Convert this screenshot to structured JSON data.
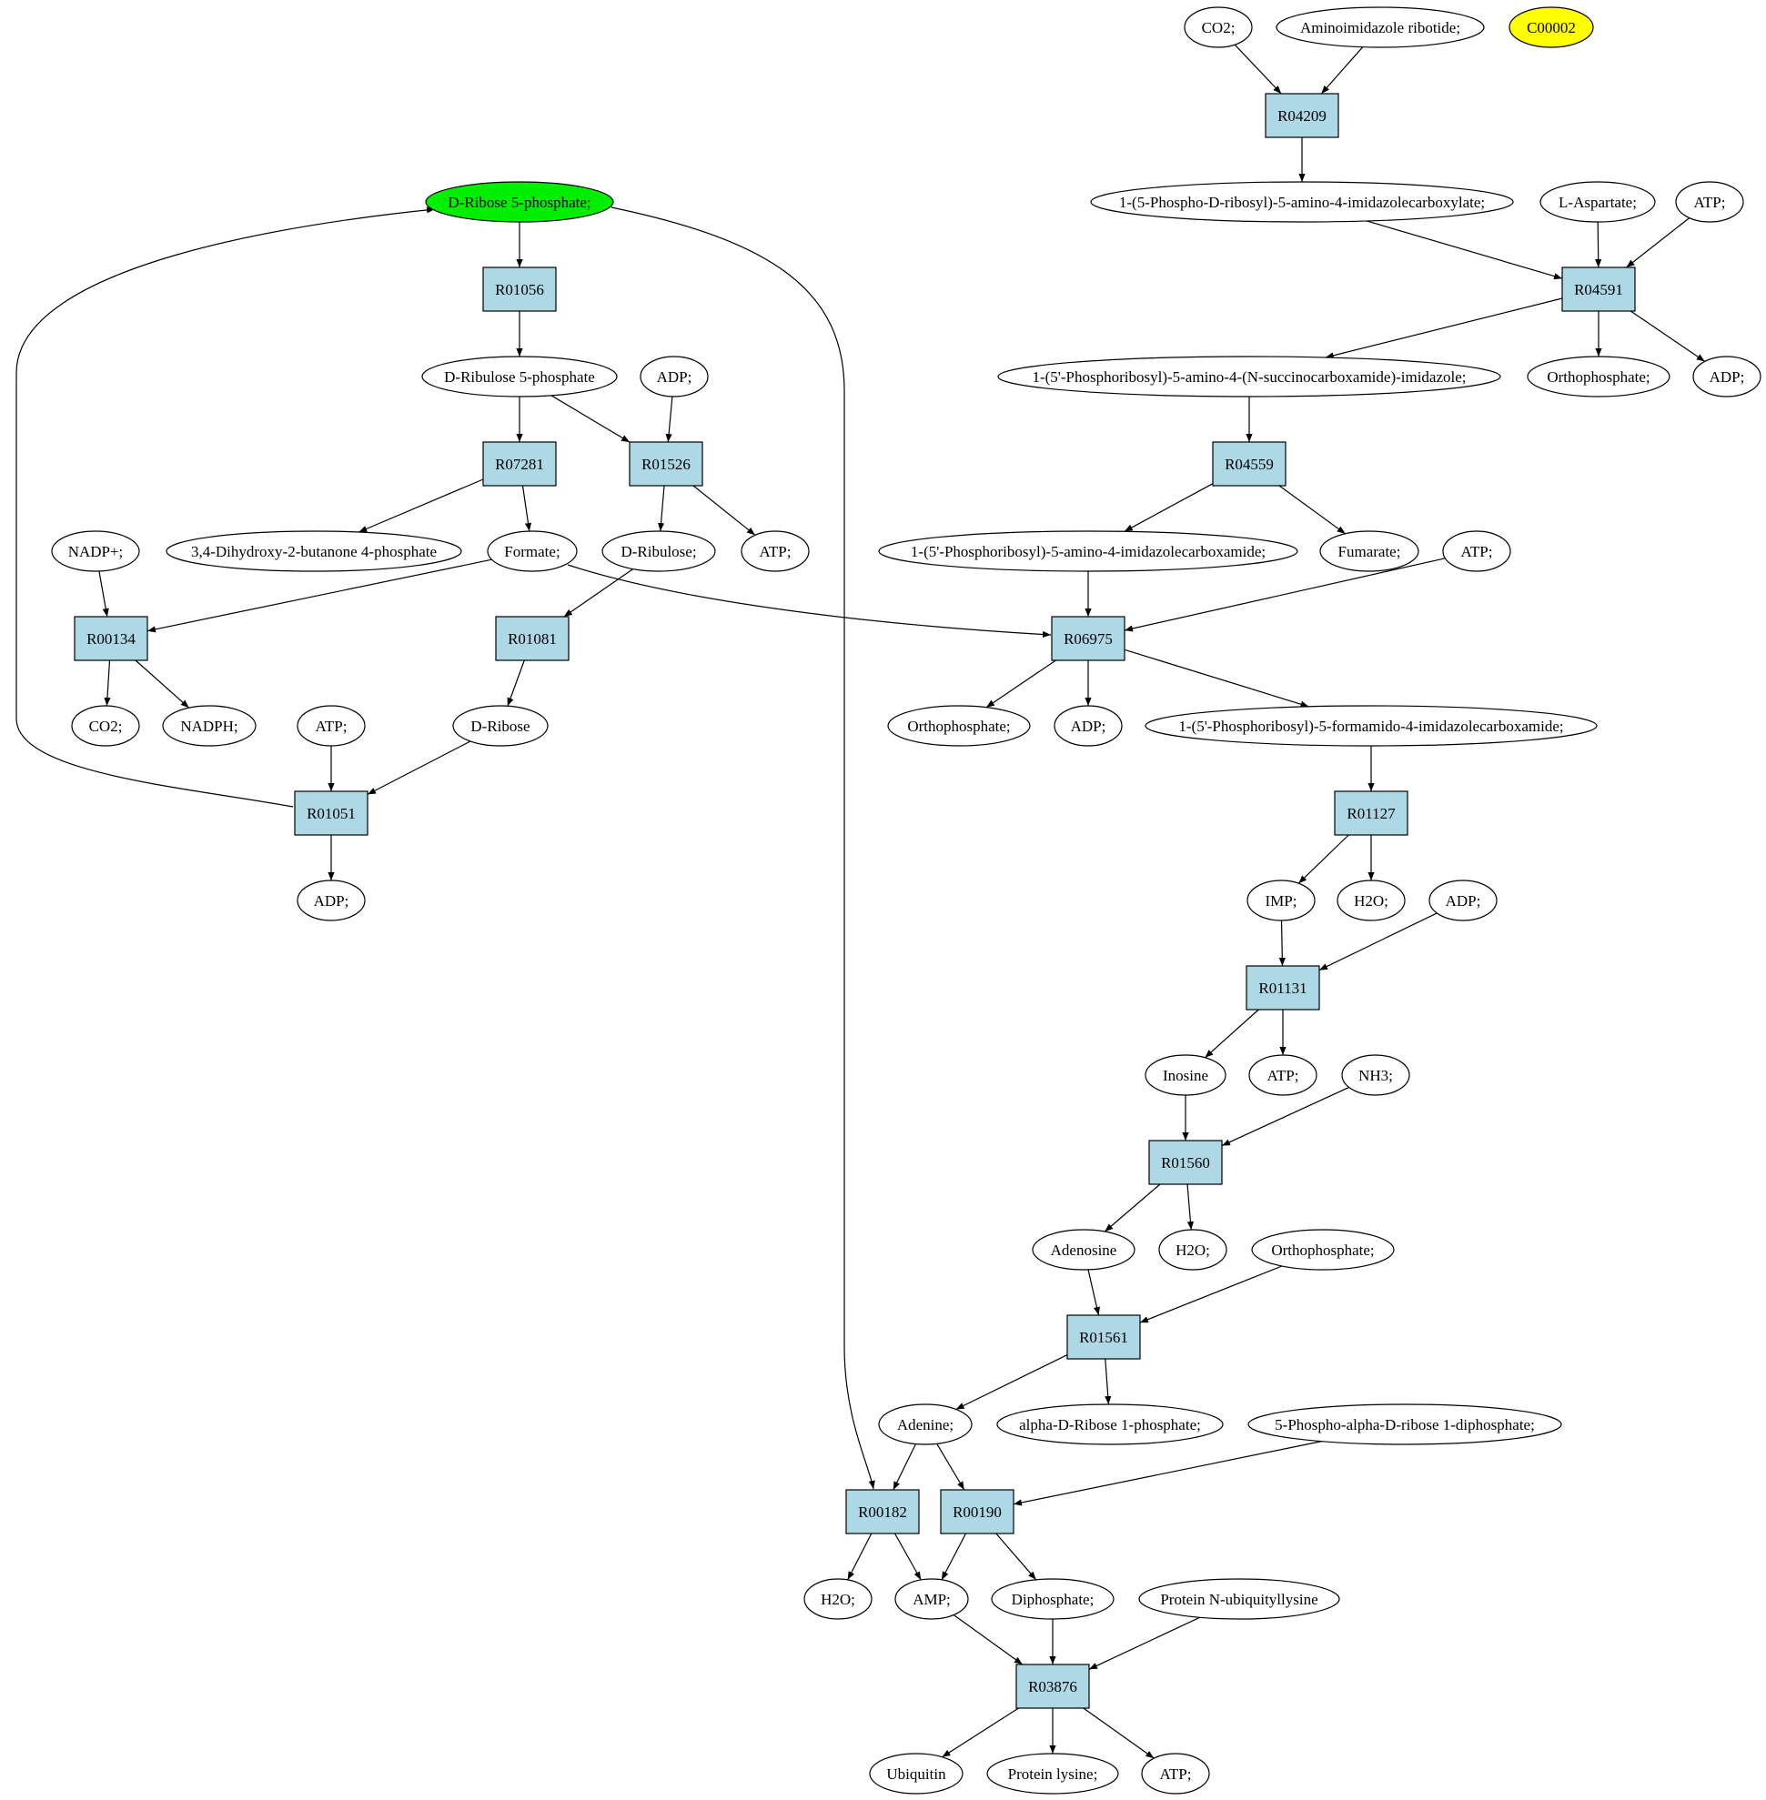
{
  "colors": {
    "reaction_fill": "#add8e6",
    "compound_fill": "#ffffff",
    "highlight_start": "#00ee00",
    "highlight_other": "#ffff00",
    "stroke": "#000000"
  },
  "reactions": [
    {
      "id": "R04209",
      "label": "R04209"
    },
    {
      "id": "R04591",
      "label": "R04591"
    },
    {
      "id": "R04559",
      "label": "R04559"
    },
    {
      "id": "R06975",
      "label": "R06975"
    },
    {
      "id": "R01127",
      "label": "R01127"
    },
    {
      "id": "R01131",
      "label": "R01131"
    },
    {
      "id": "R01560",
      "label": "R01560"
    },
    {
      "id": "R01561",
      "label": "R01561"
    },
    {
      "id": "R00182",
      "label": "R00182"
    },
    {
      "id": "R00190",
      "label": "R00190"
    },
    {
      "id": "R03876",
      "label": "R03876"
    },
    {
      "id": "R01056",
      "label": "R01056"
    },
    {
      "id": "R07281",
      "label": "R07281"
    },
    {
      "id": "R01526",
      "label": "R01526"
    },
    {
      "id": "R00134",
      "label": "R00134"
    },
    {
      "id": "R01081",
      "label": "R01081"
    },
    {
      "id": "R01051",
      "label": "R01051"
    }
  ],
  "compounds": [
    {
      "id": "co2_top",
      "label": "CO2;"
    },
    {
      "id": "air",
      "label": "Aminoimidazole ribotide;"
    },
    {
      "id": "c00002",
      "label": "C00002",
      "highlight": "other"
    },
    {
      "id": "pr_carboxylate",
      "label": "1-(5-Phospho-D-ribosyl)-5-amino-4-imidazolecarboxylate;"
    },
    {
      "id": "l_asp",
      "label": "L-Aspartate;"
    },
    {
      "id": "atp_r04591",
      "label": "ATP;"
    },
    {
      "id": "saicar",
      "label": "1-(5'-Phosphoribosyl)-5-amino-4-(N-succinocarboxamide)-imidazole;"
    },
    {
      "id": "pi_r04591",
      "label": "Orthophosphate;"
    },
    {
      "id": "adp_r04591",
      "label": "ADP;"
    },
    {
      "id": "aicar",
      "label": "1-(5'-Phosphoribosyl)-5-amino-4-imidazolecarboxamide;"
    },
    {
      "id": "fumarate",
      "label": "Fumarate;"
    },
    {
      "id": "atp_r06975",
      "label": "ATP;"
    },
    {
      "id": "pi_r06975",
      "label": "Orthophosphate;"
    },
    {
      "id": "adp_r06975",
      "label": "ADP;"
    },
    {
      "id": "faicar",
      "label": "1-(5'-Phosphoribosyl)-5-formamido-4-imidazolecarboxamide;"
    },
    {
      "id": "imp",
      "label": "IMP;"
    },
    {
      "id": "h2o_r01127",
      "label": "H2O;"
    },
    {
      "id": "adp_r01131",
      "label": "ADP;"
    },
    {
      "id": "inosine",
      "label": "Inosine"
    },
    {
      "id": "atp_r01131",
      "label": "ATP;"
    },
    {
      "id": "nh3",
      "label": "NH3;"
    },
    {
      "id": "adenosine",
      "label": "Adenosine"
    },
    {
      "id": "h2o_r01560",
      "label": "H2O;"
    },
    {
      "id": "pi_r01561",
      "label": "Orthophosphate;"
    },
    {
      "id": "adenine",
      "label": "Adenine;"
    },
    {
      "id": "aribose1p",
      "label": "alpha-D-Ribose 1-phosphate;"
    },
    {
      "id": "prpp",
      "label": "5-Phospho-alpha-D-ribose 1-diphosphate;"
    },
    {
      "id": "h2o_r00182",
      "label": "H2O;"
    },
    {
      "id": "amp",
      "label": "AMP;"
    },
    {
      "id": "ppi",
      "label": "Diphosphate;"
    },
    {
      "id": "prot_ubl",
      "label": "Protein N-ubiquityllysine"
    },
    {
      "id": "ubiquitin",
      "label": "Ubiquitin"
    },
    {
      "id": "prot_lys",
      "label": "Protein lysine;"
    },
    {
      "id": "atp_r03876",
      "label": "ATP;"
    },
    {
      "id": "r5p",
      "label": "D-Ribose 5-phosphate;",
      "highlight": "start"
    },
    {
      "id": "ru5p",
      "label": "D-Ribulose 5-phosphate"
    },
    {
      "id": "adp_r01526",
      "label": "ADP;"
    },
    {
      "id": "nadp",
      "label": "NADP+;"
    },
    {
      "id": "dhbp",
      "label": "3,4-Dihydroxy-2-butanone 4-phosphate"
    },
    {
      "id": "formate",
      "label": "Formate;"
    },
    {
      "id": "d_ribulose",
      "label": "D-Ribulose;"
    },
    {
      "id": "atp_r01526",
      "label": "ATP;"
    },
    {
      "id": "co2_r00134",
      "label": "CO2;"
    },
    {
      "id": "nadph",
      "label": "NADPH;"
    },
    {
      "id": "atp_r01051",
      "label": "ATP;"
    },
    {
      "id": "d_ribose",
      "label": "D-Ribose"
    },
    {
      "id": "adp_r01051",
      "label": "ADP;"
    }
  ],
  "edges": [
    [
      "co2_top",
      "R04209"
    ],
    [
      "air",
      "R04209"
    ],
    [
      "R04209",
      "pr_carboxylate"
    ],
    [
      "pr_carboxylate",
      "R04591"
    ],
    [
      "l_asp",
      "R04591"
    ],
    [
      "atp_r04591",
      "R04591"
    ],
    [
      "R04591",
      "saicar"
    ],
    [
      "R04591",
      "pi_r04591"
    ],
    [
      "R04591",
      "adp_r04591"
    ],
    [
      "saicar",
      "R04559"
    ],
    [
      "R04559",
      "aicar"
    ],
    [
      "R04559",
      "fumarate"
    ],
    [
      "aicar",
      "R06975"
    ],
    [
      "atp_r06975",
      "R06975"
    ],
    [
      "formate",
      "R06975"
    ],
    [
      "R06975",
      "pi_r06975"
    ],
    [
      "R06975",
      "adp_r06975"
    ],
    [
      "R06975",
      "faicar"
    ],
    [
      "faicar",
      "R01127"
    ],
    [
      "R01127",
      "imp"
    ],
    [
      "R01127",
      "h2o_r01127"
    ],
    [
      "imp",
      "R01131"
    ],
    [
      "adp_r01131",
      "R01131"
    ],
    [
      "R01131",
      "inosine"
    ],
    [
      "R01131",
      "atp_r01131"
    ],
    [
      "inosine",
      "R01560"
    ],
    [
      "nh3",
      "R01560"
    ],
    [
      "R01560",
      "adenosine"
    ],
    [
      "R01560",
      "h2o_r01560"
    ],
    [
      "adenosine",
      "R01561"
    ],
    [
      "pi_r01561",
      "R01561"
    ],
    [
      "R01561",
      "adenine"
    ],
    [
      "R01561",
      "aribose1p"
    ],
    [
      "adenine",
      "R00182"
    ],
    [
      "adenine",
      "R00190"
    ],
    [
      "prpp",
      "R00190"
    ],
    [
      "r5p",
      "R00182"
    ],
    [
      "R00182",
      "h2o_r00182"
    ],
    [
      "R00182",
      "amp"
    ],
    [
      "R00190",
      "amp"
    ],
    [
      "R00190",
      "ppi"
    ],
    [
      "amp",
      "R03876"
    ],
    [
      "ppi",
      "R03876"
    ],
    [
      "prot_ubl",
      "R03876"
    ],
    [
      "R03876",
      "ubiquitin"
    ],
    [
      "R03876",
      "prot_lys"
    ],
    [
      "R03876",
      "atp_r03876"
    ],
    [
      "r5p",
      "R01056"
    ],
    [
      "R01056",
      "ru5p"
    ],
    [
      "ru5p",
      "R07281"
    ],
    [
      "ru5p",
      "R01526"
    ],
    [
      "adp_r01526",
      "R01526"
    ],
    [
      "R07281",
      "dhbp"
    ],
    [
      "R07281",
      "formate"
    ],
    [
      "R01526",
      "d_ribulose"
    ],
    [
      "R01526",
      "atp_r01526"
    ],
    [
      "nadp",
      "R00134"
    ],
    [
      "formate",
      "R00134"
    ],
    [
      "R00134",
      "co2_r00134"
    ],
    [
      "R00134",
      "nadph"
    ],
    [
      "d_ribulose",
      "R01081"
    ],
    [
      "R01081",
      "d_ribose"
    ],
    [
      "atp_r01051",
      "R01051"
    ],
    [
      "d_ribose",
      "R01051"
    ],
    [
      "R01051",
      "adp_r01051"
    ],
    [
      "R01051",
      "r5p"
    ]
  ]
}
